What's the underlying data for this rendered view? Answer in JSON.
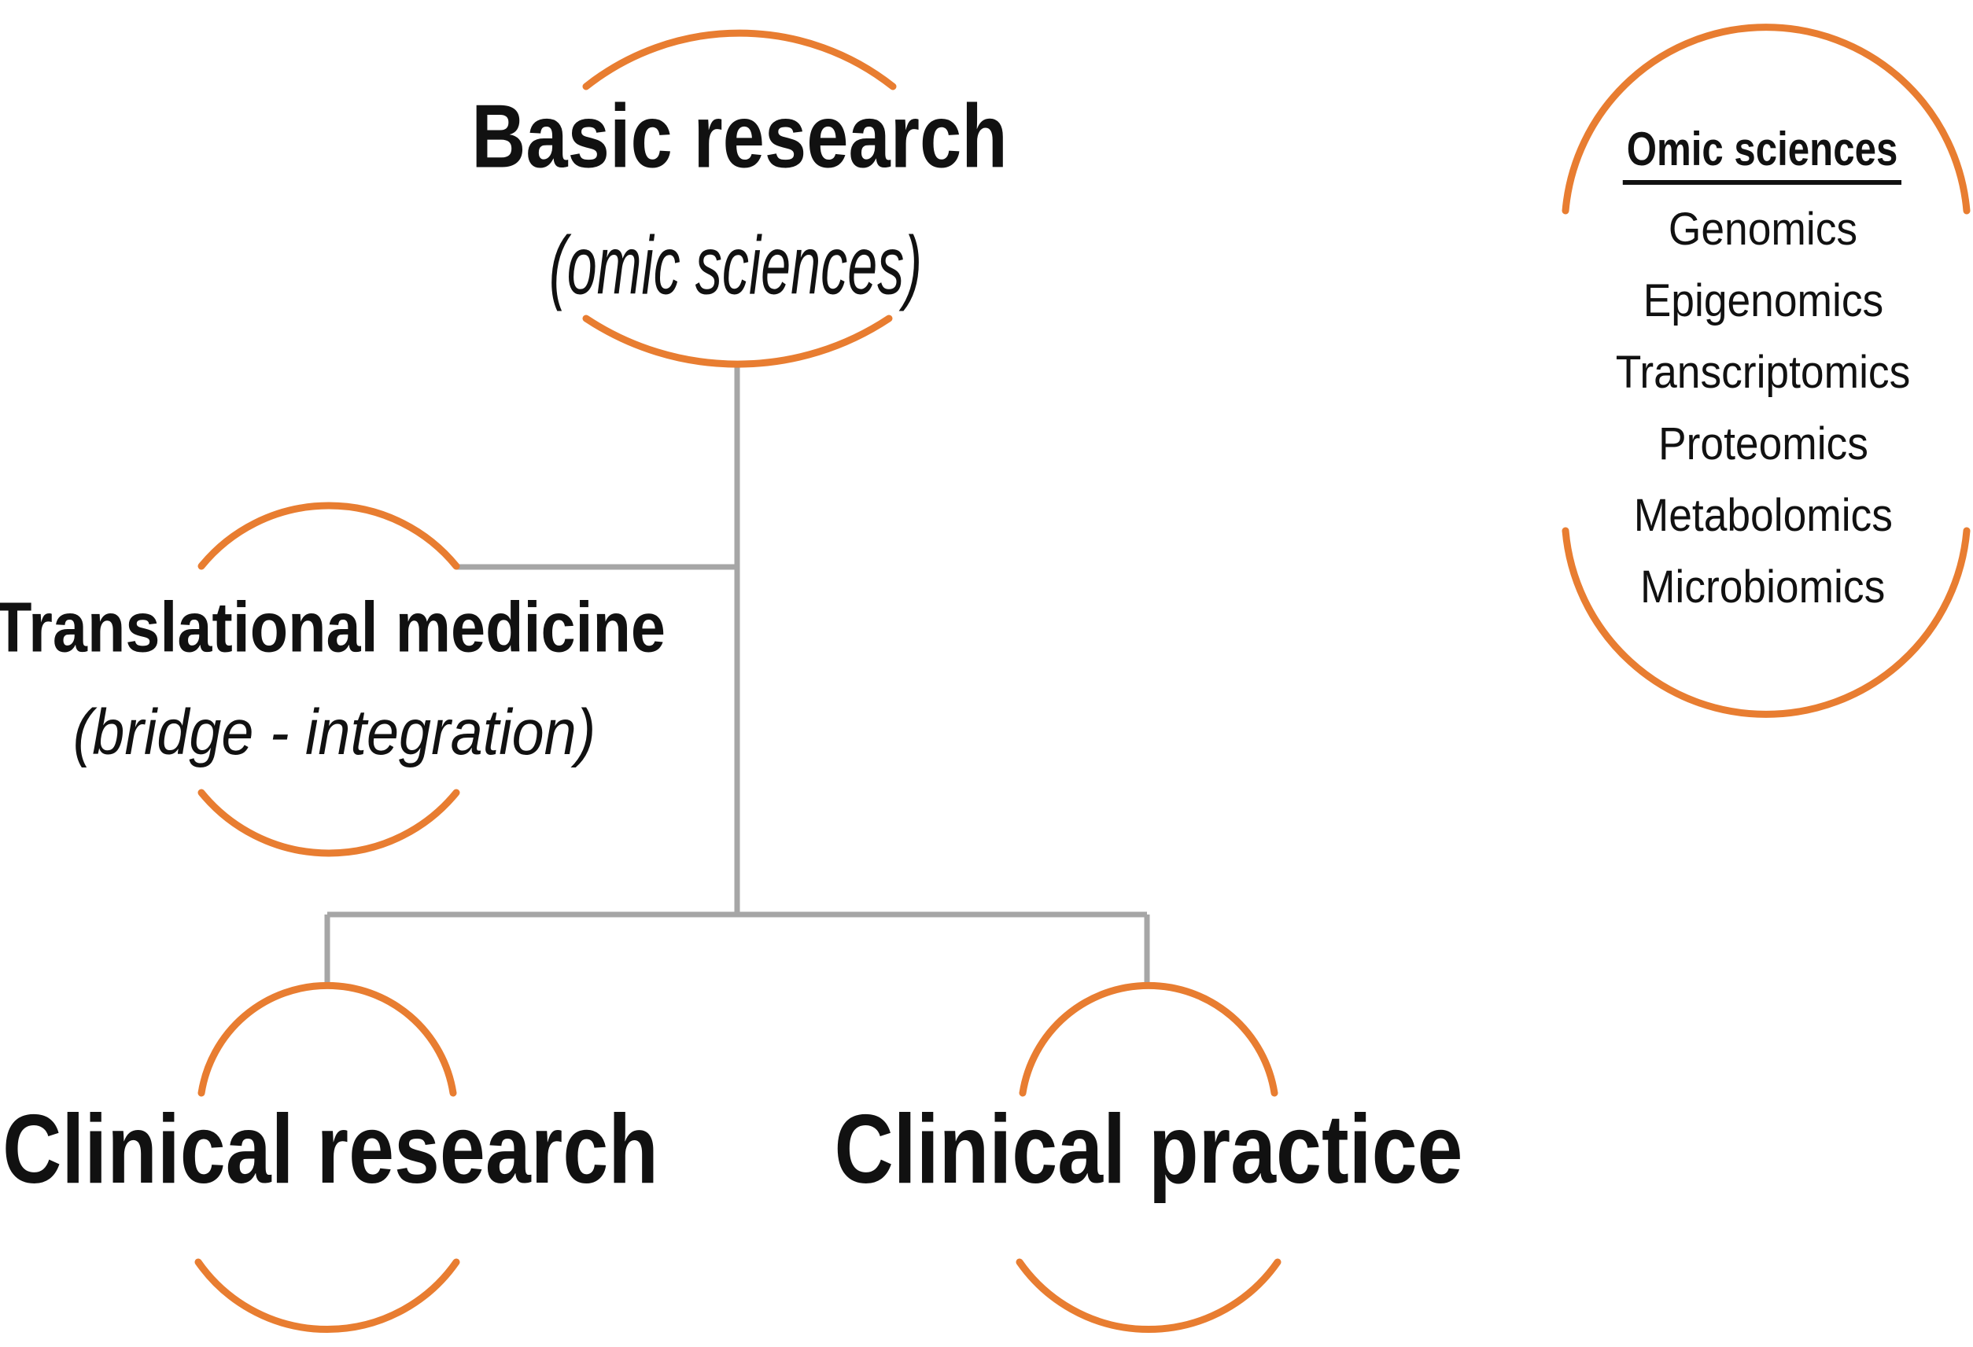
{
  "diagram": {
    "nodes": {
      "basic_research": {
        "title": "Basic research",
        "subtitle": "(omic sciences)"
      },
      "translational_medicine": {
        "title": "Translational medicine",
        "subtitle": "(bridge - integration)"
      },
      "clinical_research": {
        "title": "Clinical research"
      },
      "clinical_practice": {
        "title": "Clinical practice"
      }
    },
    "omic_panel": {
      "heading": "Omic sciences",
      "items": [
        "Genomics",
        "Epigenomics",
        "Transcriptomics",
        "Proteomics",
        "Metabolomics",
        "Microbiomics"
      ]
    },
    "colors": {
      "arc_orange": "#E87D31",
      "connector_gray": "#A6A6A6",
      "text_black": "#111111"
    }
  }
}
